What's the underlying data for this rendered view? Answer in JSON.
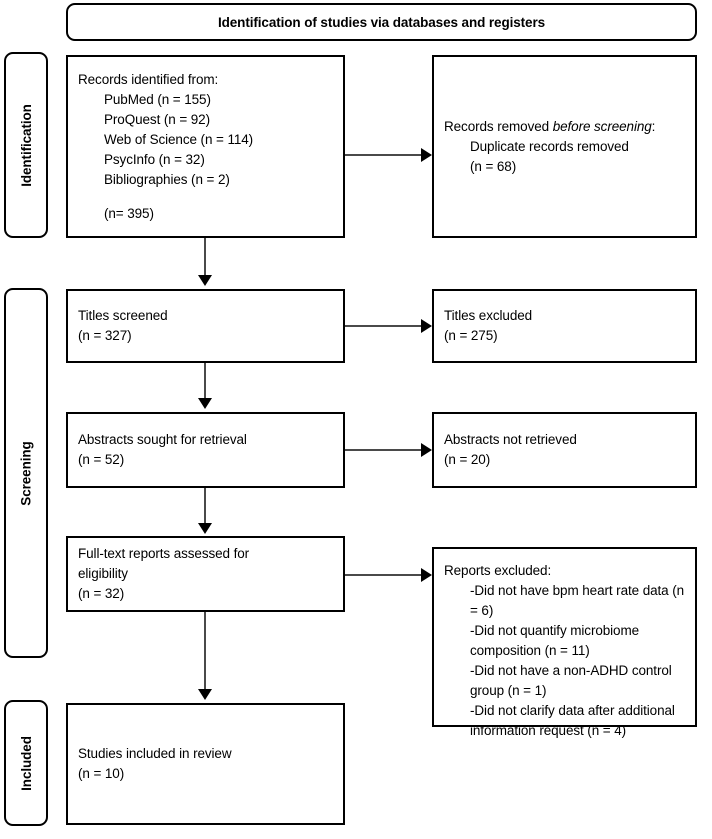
{
  "header": {
    "title": "Identification of studies via databases and registers"
  },
  "stages": [
    {
      "id": "identification",
      "label": "Identification"
    },
    {
      "id": "screening",
      "label": "Screening"
    },
    {
      "id": "included",
      "label": "Included"
    }
  ],
  "boxes": {
    "records_identified": {
      "title": "Records identified from:",
      "sources": [
        "PubMed (n = 155)",
        "ProQuest (n = 92)",
        "Web of Science (n = 114)",
        "PsycInfo (n = 32)",
        "Bibliographies (n = 2)"
      ],
      "total": "(n= 395)"
    },
    "records_removed": {
      "lead": "Records removed ",
      "emphasis": "before screening",
      "colon": ":",
      "detail": "Duplicate records removed",
      "count": "(n = 68)"
    },
    "titles_screened": {
      "label": "Titles screened",
      "count": "(n = 327)"
    },
    "titles_excluded": {
      "label": "Titles excluded",
      "count": "(n = 275)"
    },
    "abstracts_sought": {
      "label": "Abstracts sought for retrieval",
      "count": "(n = 52)"
    },
    "abstracts_not_retrieved": {
      "label": "Abstracts not retrieved",
      "count": "(n = 20)"
    },
    "fulltext_assessed": {
      "label_line1": "Full-text reports assessed for",
      "label_line2": "eligibility",
      "count": "(n = 32)"
    },
    "reports_excluded": {
      "title": "Reports excluded:",
      "reasons": [
        "-Did not have bpm heart rate data (n = 6)",
        "-Did not quantify microbiome composition (n = 11)",
        "-Did not have a non-ADHD control group (n = 1)",
        "-Did not clarify data after additional information request (n = 4)"
      ]
    },
    "studies_included": {
      "label": "Studies included in review",
      "count": "(n = 10)"
    }
  },
  "colors": {
    "border": "#000000",
    "connector": "#4a4a4a",
    "background": "#ffffff",
    "text": "#000000"
  }
}
